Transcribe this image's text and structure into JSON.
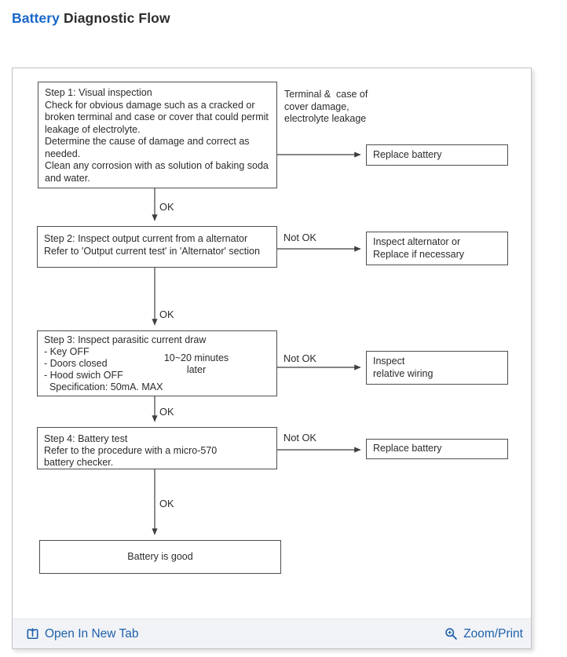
{
  "header": {
    "title_accent": "Battery",
    "title_rest": "Diagnostic Flow"
  },
  "colors": {
    "title_accent_blue": "#1967c8",
    "footer_link_blue": "#1f60a9",
    "diagram_line": "#3f3f3f",
    "footer_background": "#f1f3f7"
  },
  "flowchart": {
    "step1": {
      "text": "Step 1: Visual inspection\nCheck for obvious damage such as a cracked or\nbroken terminal and case or cover that could permit\nleakage of electrolyte.\nDetermine the cause of damage and correct as\nneeded.\nClean any corrosion with as solution of baking soda\nand water.",
      "side_note": "Terminal &  case of\ncover damage,\nelectrolyte leakage",
      "fail_action": "Replace battery",
      "ok_label": "OK"
    },
    "step2": {
      "text": "Step 2: Inspect output current from a alternator\nRefer to 'Output current test' in 'Alternator' section",
      "fail_label": "Not OK",
      "fail_action": "Inspect alternator or\nReplace if necessary",
      "ok_label": "OK"
    },
    "step3": {
      "text": "Step 3: Inspect parasitic current draw\n- Key OFF\n- Doors closed\n- Hood swich OFF\n  Specification: 50mA. MAX",
      "timing_note": "10~20 minutes\nlater",
      "fail_label": "Not OK",
      "fail_action": "Inspect\nrelative wiring",
      "ok_label": "OK"
    },
    "step4": {
      "text": "Step 4: Battery test\nRefer to the procedure with a micro-570\nbattery checker.",
      "fail_label": "Not OK",
      "fail_action": "Replace battery",
      "ok_label": "OK"
    },
    "result": "Battery is good"
  },
  "footer": {
    "open_in_new_tab": "Open In New Tab",
    "zoom_print": "Zoom/Print",
    "icons": {
      "open_in_new_tab": "open-in-new-tab-icon",
      "zoom_print": "zoom-in-icon"
    }
  }
}
